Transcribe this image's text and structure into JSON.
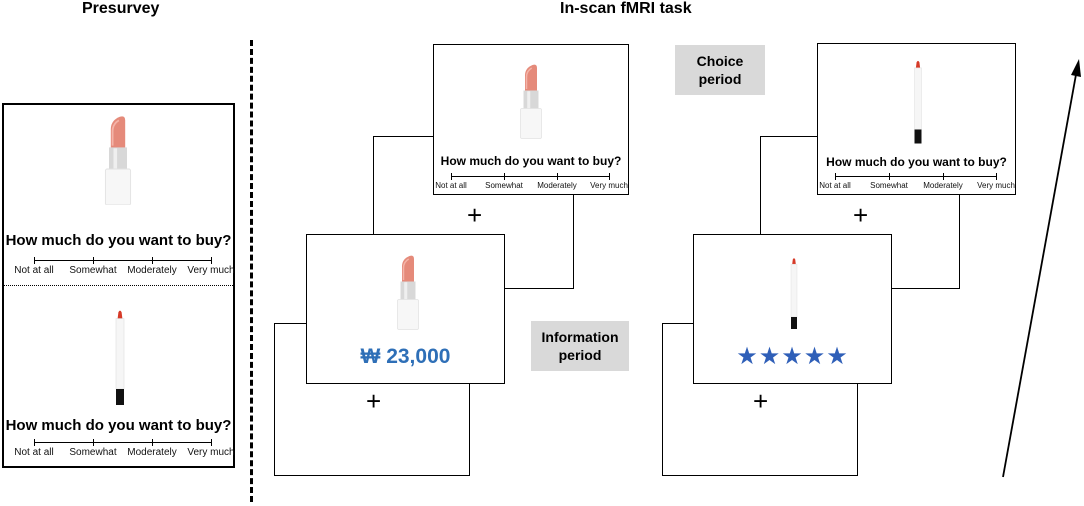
{
  "presurvey": {
    "title": "Presurvey",
    "question": "How much do you want to buy?",
    "scale_labels": [
      "Not at all",
      "Somewhat",
      "Moderately",
      "Very much"
    ]
  },
  "fmri": {
    "title": "In-scan fMRI task",
    "choice_period": "Choice period",
    "information_period": "Information period",
    "question": "How much do you want to buy?",
    "scale_labels": [
      "Not at all",
      "Somewhat",
      "Moderately",
      "Very much"
    ],
    "fixation": "+",
    "price": "₩ 23,000",
    "stars": "★★★★★"
  },
  "colors": {
    "lipstick_pink": "#e58a7a",
    "lipstick_red": "#d63a28",
    "price_blue": "#2e6fb7",
    "star_blue": "#2f5fb8",
    "tag_gray": "#d9d9d9"
  }
}
